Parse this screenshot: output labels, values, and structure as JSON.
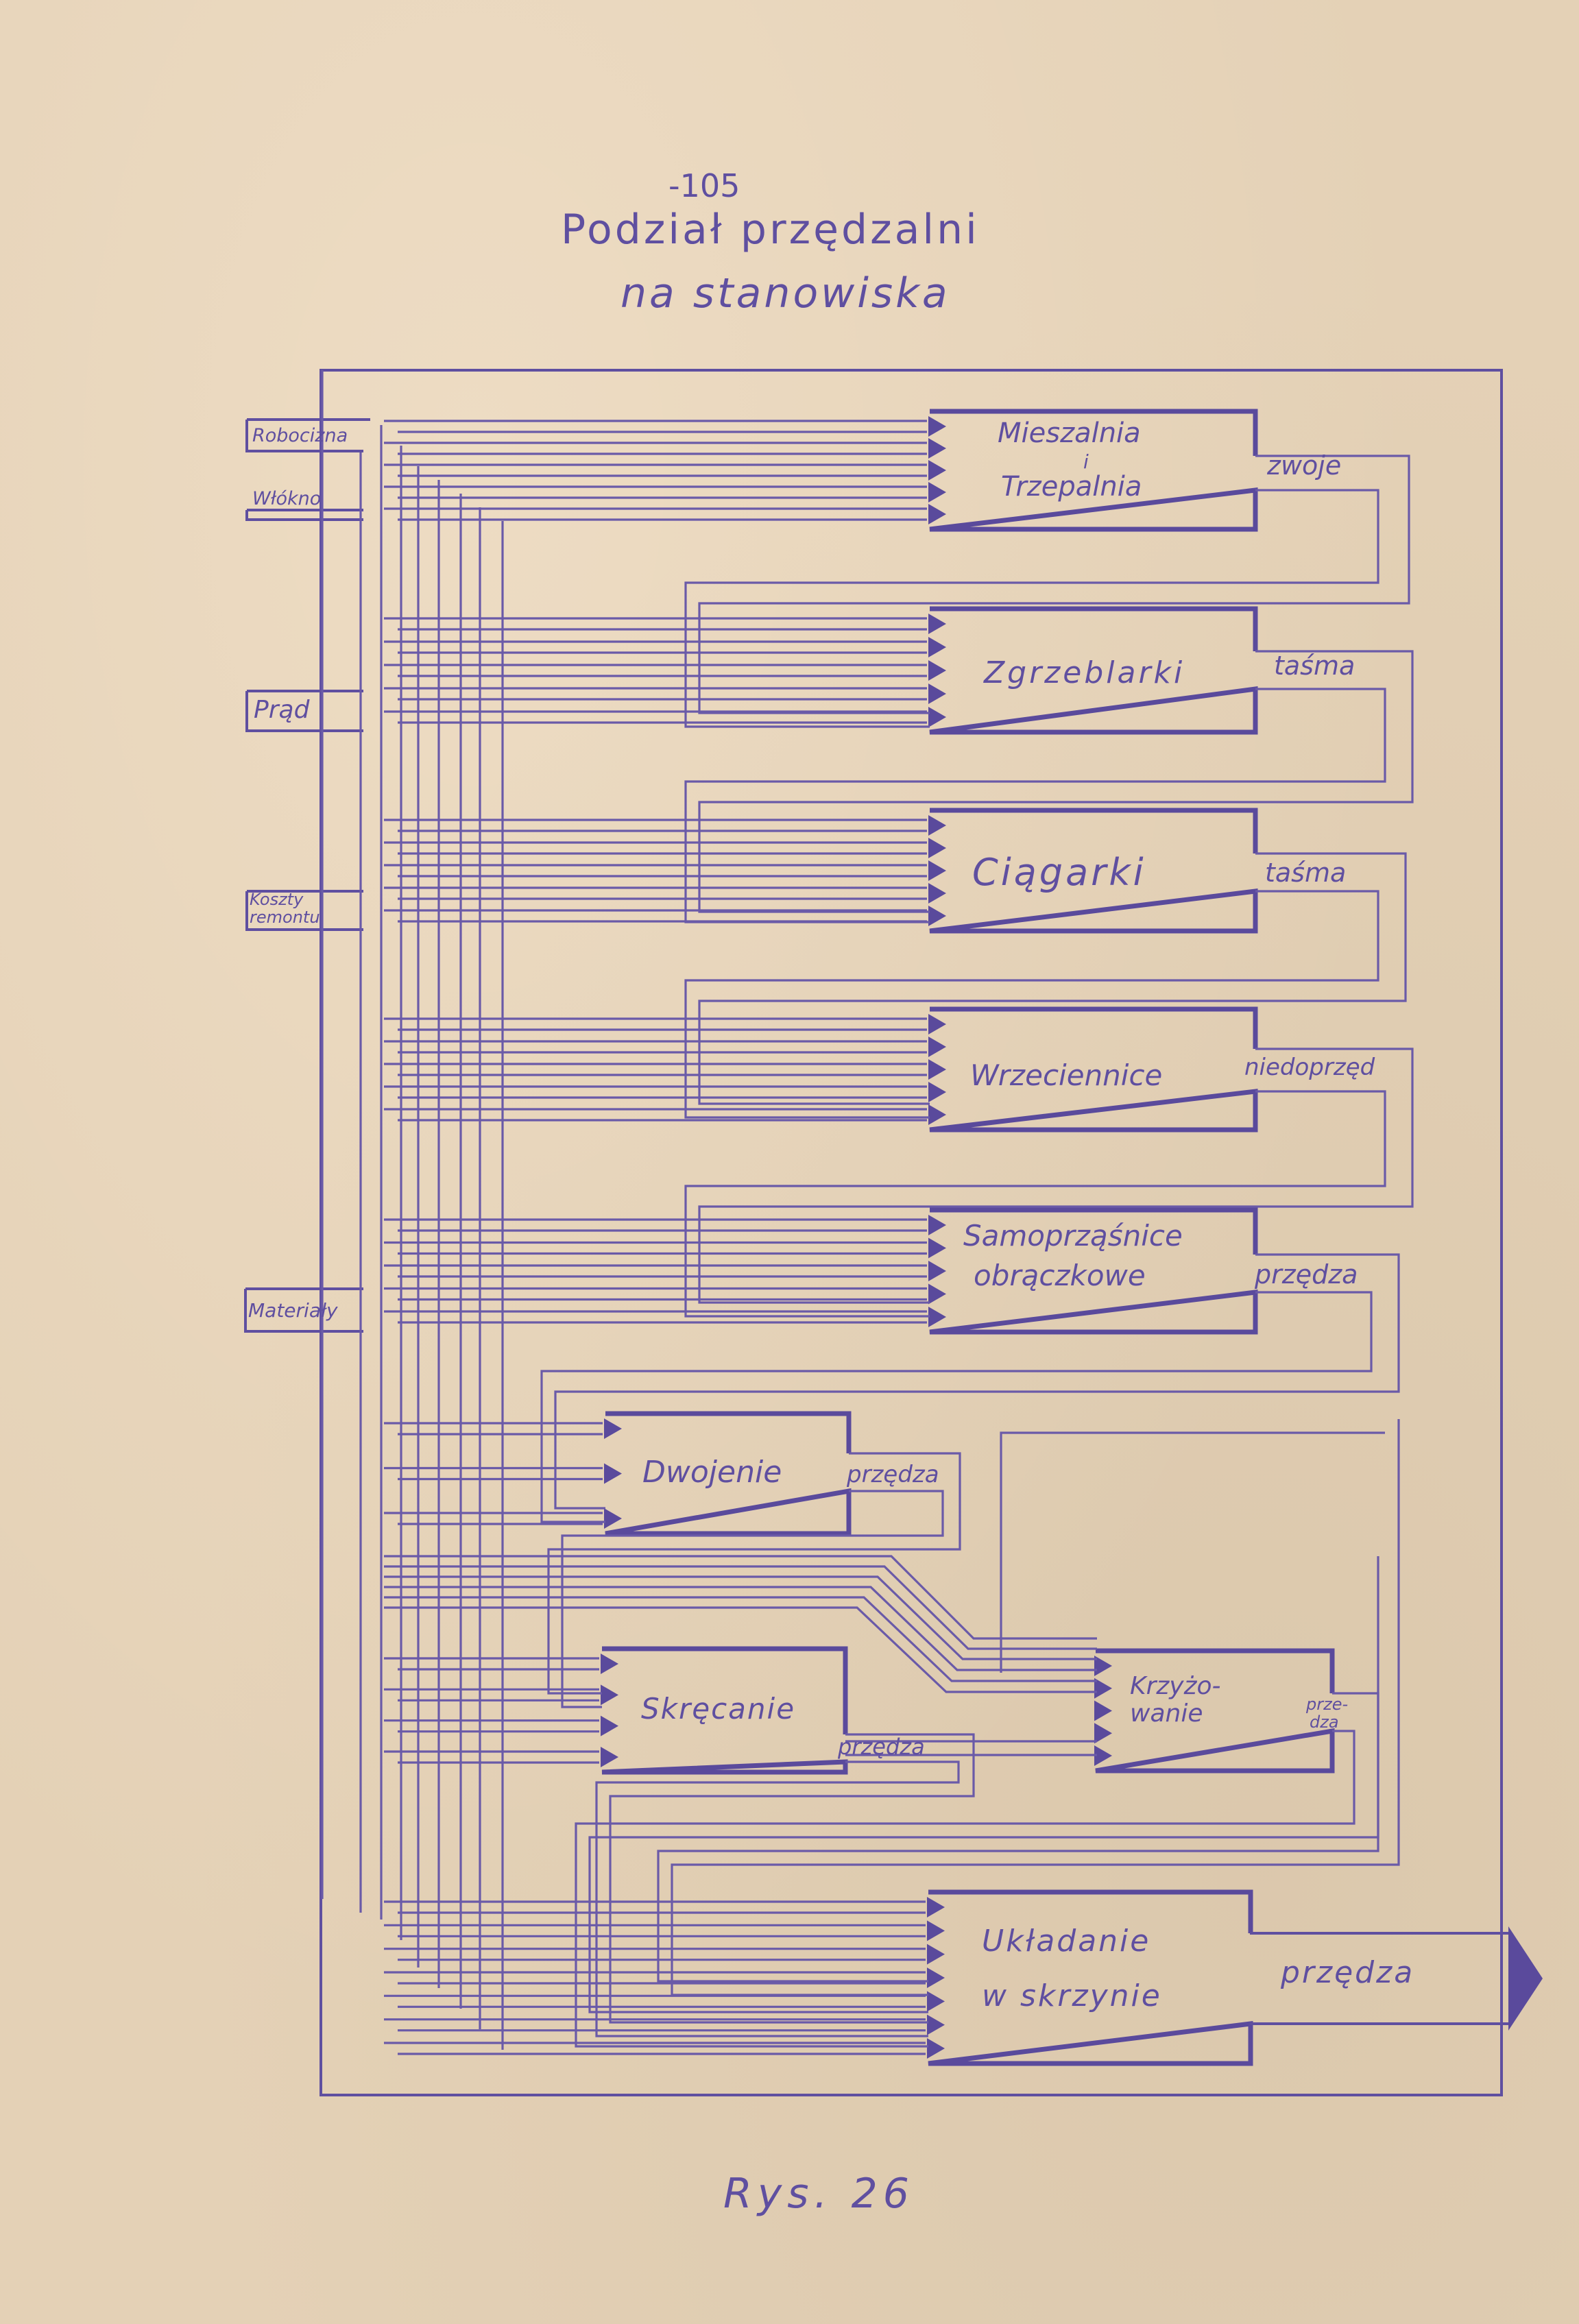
{
  "page_number": "-105",
  "title_line1": "Podział przędzalni",
  "title_line2": "na stanowiska",
  "caption": "Rys. 26",
  "colors": {
    "ink": "#5f4fa0",
    "paper": "#e4d1b6"
  },
  "inputs": [
    {
      "id": "robocizna",
      "label": "Robocizna"
    },
    {
      "id": "wlokno",
      "label": "Włókno"
    },
    {
      "id": "prad",
      "label": "Prąd"
    },
    {
      "id": "koszty",
      "label_line1": "Koszty",
      "label_line2": "remontu"
    },
    {
      "id": "materialy",
      "label": "Materiały"
    }
  ],
  "stations": [
    {
      "id": "mieszalnia",
      "line1": "Mieszalnia",
      "line2": "i",
      "line3": "Trzepalnia",
      "output": "zwoje",
      "input_count": 5
    },
    {
      "id": "zgrzeblarki",
      "line1": "Zgrzeblarki",
      "output": "taśma",
      "input_count": 5
    },
    {
      "id": "ciagarki",
      "line1": "Ciągarki",
      "output": "taśma",
      "input_count": 5
    },
    {
      "id": "wrzeciennice",
      "line1": "Wrzeciennice",
      "output": "niedoprzęd",
      "input_count": 5
    },
    {
      "id": "samoprzasnice",
      "line1": "Samoprząśnice",
      "line2": "obrączkowe",
      "output": "przędza",
      "input_count": 5
    },
    {
      "id": "dwojenie",
      "line1": "Dwojenie",
      "output": "przędza",
      "input_count": 3
    },
    {
      "id": "skrecanie",
      "line1": "Skręcanie",
      "output": "przędza",
      "input_count": 4
    },
    {
      "id": "krzyzowanie",
      "line1": "Krzyżo-",
      "line2": "wanie",
      "output_line1": "prze-",
      "output_line2": "dza",
      "input_count": 5
    },
    {
      "id": "ukladanie",
      "line1": "Układanie",
      "line2": "w skrzynie",
      "output": "przędza",
      "input_count": 7
    }
  ]
}
